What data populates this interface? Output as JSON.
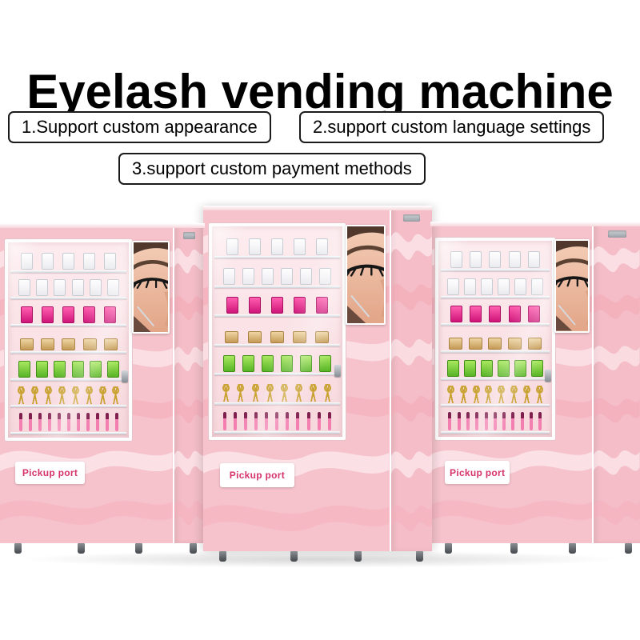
{
  "title": "Eyelash vending machine",
  "features": [
    "1.Support custom appearance",
    "2.support custom language settings",
    "3.support custom payment methods"
  ],
  "machines": [
    {
      "pickup_label": "Pickup port"
    },
    {
      "pickup_label": "Pickup port"
    },
    {
      "pickup_label": "Pickup port"
    }
  ],
  "shelves": [
    {
      "type": "clear",
      "count": 5,
      "desc": "clear eyelash cases"
    },
    {
      "type": "clear",
      "count": 6,
      "desc": "clear eyelash cases"
    },
    {
      "type": "pink",
      "count": 5,
      "desc": "magenta eyelash boxes"
    },
    {
      "type": "gold",
      "count": 5,
      "desc": "gold eyelash cases"
    },
    {
      "type": "green",
      "count": 6,
      "desc": "green eyelash boxes"
    },
    {
      "type": "curler",
      "count": 8,
      "desc": "gold eyelash curlers"
    },
    {
      "type": "wand",
      "count": 11,
      "desc": "pink lash wands"
    }
  ],
  "colors": {
    "machine_pink": "#f6c3cc",
    "title_text": "#000000",
    "badge_border": "#1b1b1b",
    "pickup_text": "#d6336c",
    "product_pink": "#cf1479",
    "product_green": "#57b425",
    "product_gold": "#c49a55",
    "wand_pink": "#f27fb0"
  }
}
